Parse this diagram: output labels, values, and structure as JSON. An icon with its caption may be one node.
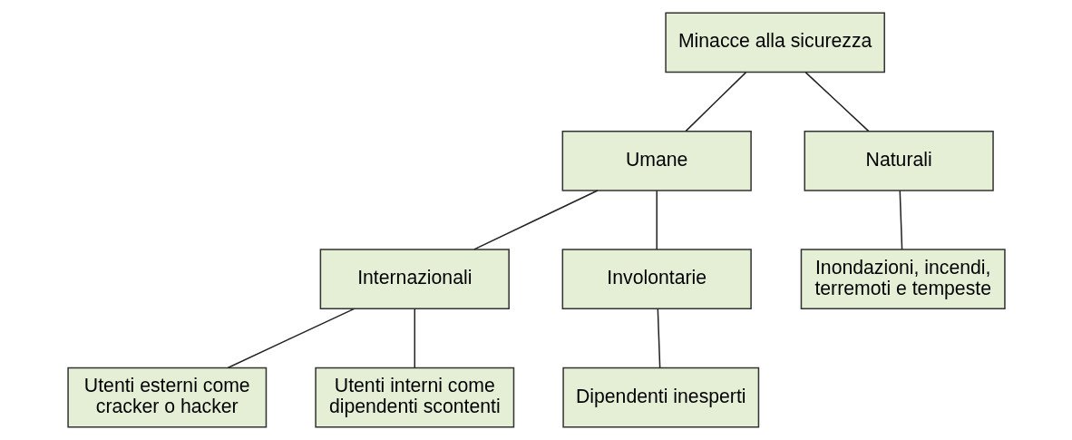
{
  "diagram": {
    "nodes": [
      {
        "text": [
          "Minacce alla sicurezza"
        ]
      },
      {
        "text": [
          "Umane"
        ]
      },
      {
        "text": [
          "Naturali"
        ]
      },
      {
        "text": [
          "Internazionali"
        ]
      },
      {
        "text": [
          "Involontarie"
        ]
      },
      {
        "text": [
          "Inondazioni, incendi, terremoti e tempeste"
        ]
      },
      {
        "text": [
          "Utenti esterni come cracker o hacker"
        ]
      },
      {
        "text": [
          "Utenti interni come dipendenti scontenti"
        ]
      },
      {
        "text": [
          "Dipendenti inesperti"
        ]
      }
    ],
    "edges": [
      {
        "from": 0,
        "to": 1,
        "arrow": "none"
      },
      {
        "from": 0,
        "to": 2,
        "arrow": "none"
      },
      {
        "from": 1,
        "to": 3,
        "arrow": "none"
      },
      {
        "from": 1,
        "to": 4,
        "arrow": "none"
      },
      {
        "from": 2,
        "to": 5,
        "arrow": "none"
      },
      {
        "from": 3,
        "to": 6,
        "arrow": "none"
      },
      {
        "from": 3,
        "to": 7,
        "arrow": "none"
      },
      {
        "from": 4,
        "to": 8,
        "arrow": "none"
      }
    ]
  }
}
